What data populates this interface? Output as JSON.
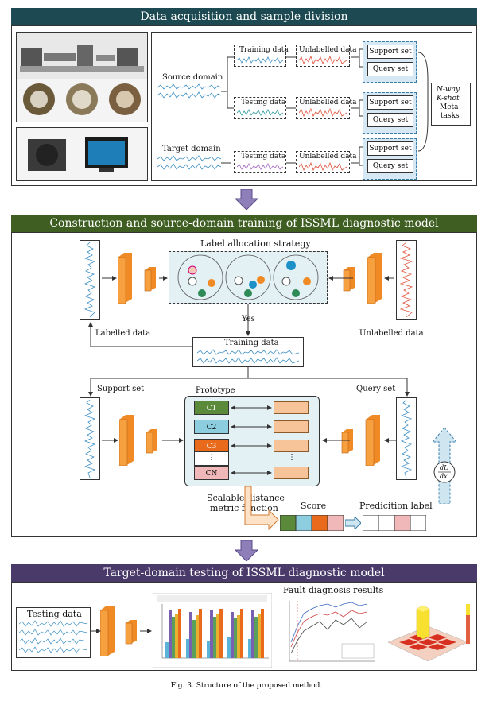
{
  "section1": {
    "title": "Data acquisition and sample division"
  },
  "section2": {
    "title": "Construction and source-domain training of ISSML diagnostic model"
  },
  "section3": {
    "title": "Target-domain testing of ISSML diagnostic model"
  },
  "labels": {
    "source_domain": "Source domain",
    "target_domain": "Target domain",
    "training_data": "Training data",
    "testing_data": "Testing data",
    "unlabelled_data": "Unlabelled data",
    "support_set": "Support set",
    "query_set": "Query set",
    "n_way": "N-way",
    "k_shot": "K-shot",
    "meta": "Meta-",
    "tasks": "tasks",
    "label_allocation": "Label allocation strategy",
    "yes": "Yes",
    "labelled_data": "Labelled data",
    "unlabelled_data2": "Unlabelled data",
    "training_data2": "Training data",
    "support_set2": "Support set",
    "prototype": "Prototype",
    "query_set2": "Query set",
    "c1": "C1",
    "c2": "C2",
    "c3": "C3",
    "cdots": "⋮",
    "cn": "CN",
    "scalable_1": "Scalable distance",
    "scalable_2": "metric function",
    "score": "Score",
    "prediction_label": "Predicition label",
    "dl": "dL",
    "dx": "dx",
    "testing_data3": "Testing data",
    "fault_results": "Fault diagnosis results"
  },
  "caption": "Fig. 3.  Structure of the proposed method.",
  "colors": {
    "header1": "#1d4a52",
    "header2": "#3f5e22",
    "header3": "#4a3a6a",
    "blue_signal": "#3d8fc4",
    "teal_signal": "#2a9aa0",
    "red_signal": "#e0523a",
    "orange_block": "#f08a24",
    "green": "#5a8a3a",
    "lightblue": "#8ccde0",
    "orange": "#e86a1a",
    "pink": "#f0b8b8"
  }
}
